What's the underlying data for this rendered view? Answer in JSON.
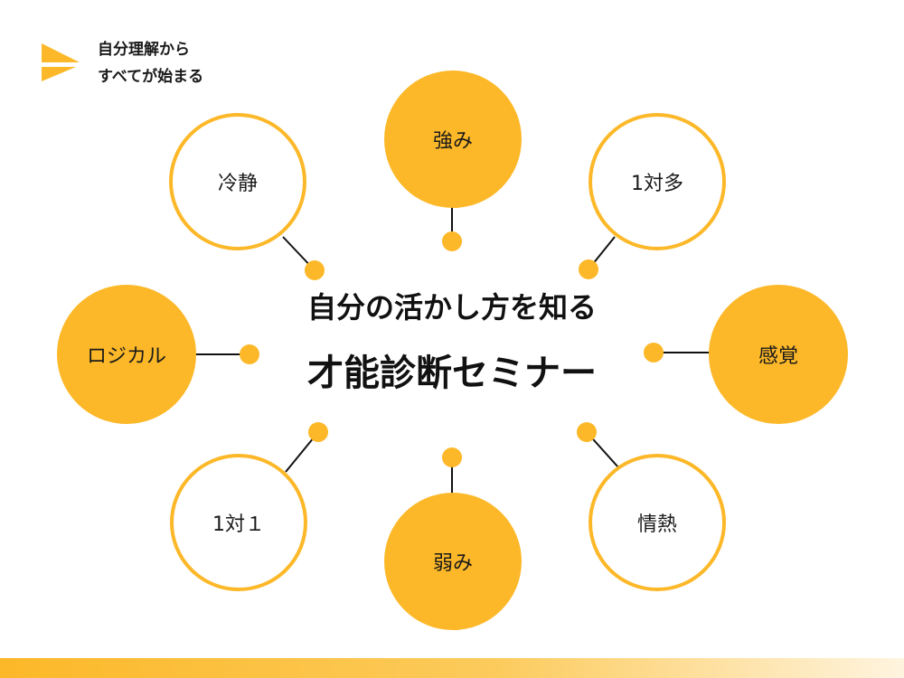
{
  "header": {
    "tagline_line1": "自分理解から",
    "tagline_line2": "すべてが始まる"
  },
  "title": {
    "line1": "自分の活かし方を知る",
    "line2": "才能診断セミナー"
  },
  "nodes": {
    "top": "強み",
    "top_left": "冷静",
    "top_right": "1対多",
    "left": "ロジカル",
    "right": "感覚",
    "bottom_left": "1対１",
    "bottom": "弱み",
    "bottom_right": "情熱"
  },
  "colors": {
    "accent": "#FCB828",
    "text": "#1a1a1a",
    "background": "#ffffff"
  },
  "icons": {
    "logo": "brand-chevron-logo"
  }
}
